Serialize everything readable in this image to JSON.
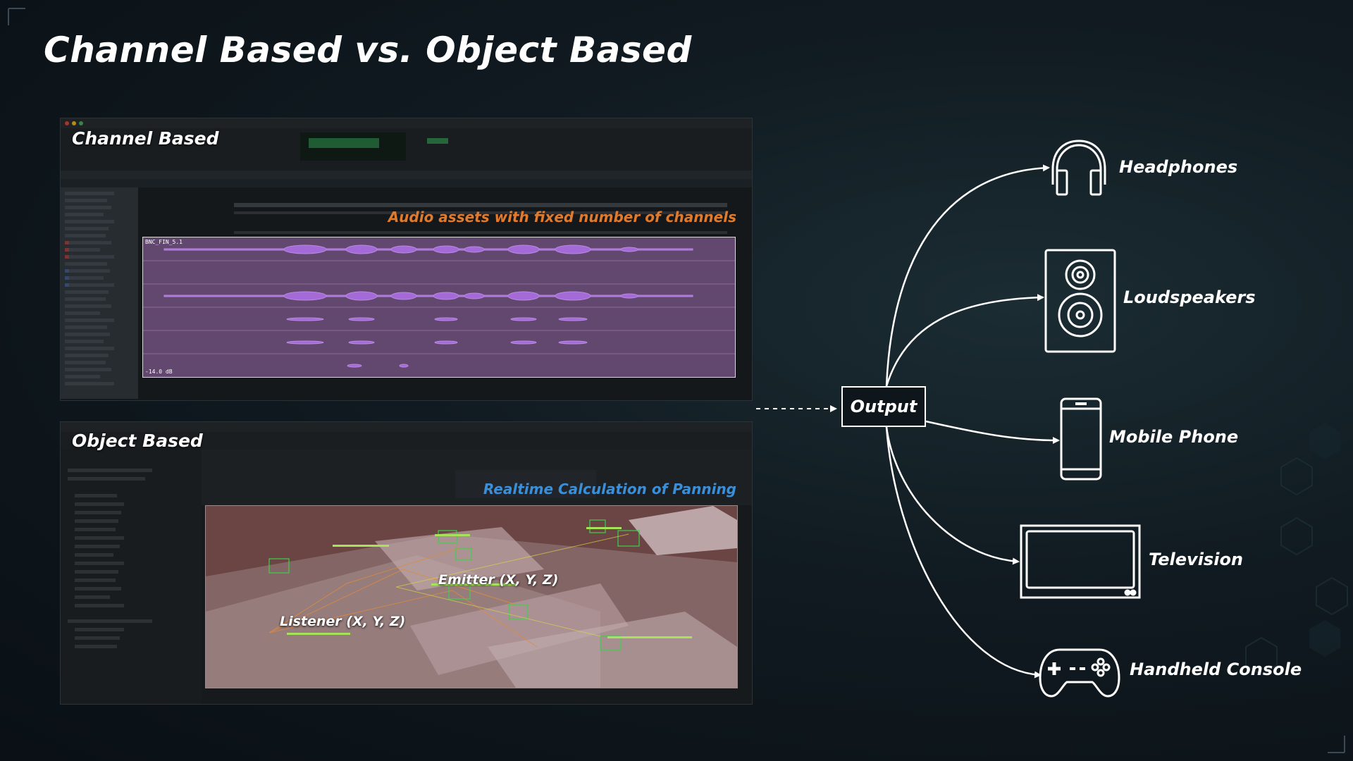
{
  "title": "Channel Based vs. Object Based",
  "channel_panel": {
    "label": "Channel Based",
    "caption": "Audio assets with fixed number of channels",
    "clip_name": "BNC_FIN_5.1",
    "clip_gain": "-14.0 dB"
  },
  "object_panel": {
    "label": "Object Based",
    "caption": "Realtime Calculation of Panning",
    "emitter_label": "Emitter (X, Y, Z)",
    "listener_label": "Listener (X, Y, Z)"
  },
  "output": {
    "label": "Output"
  },
  "devices": [
    {
      "label": "Headphones",
      "icon": "headphones-icon"
    },
    {
      "label": "Loudspeakers",
      "icon": "loudspeaker-icon"
    },
    {
      "label": "Mobile Phone",
      "icon": "mobile-phone-icon"
    },
    {
      "label": "Television",
      "icon": "television-icon"
    },
    {
      "label": "Handheld Console",
      "icon": "game-controller-icon"
    }
  ],
  "colors": {
    "caption_channel": "#e07a2c",
    "caption_object": "#3b8fd9",
    "waveform": "#9b5fd0",
    "scene_bg": "#6b4444"
  }
}
